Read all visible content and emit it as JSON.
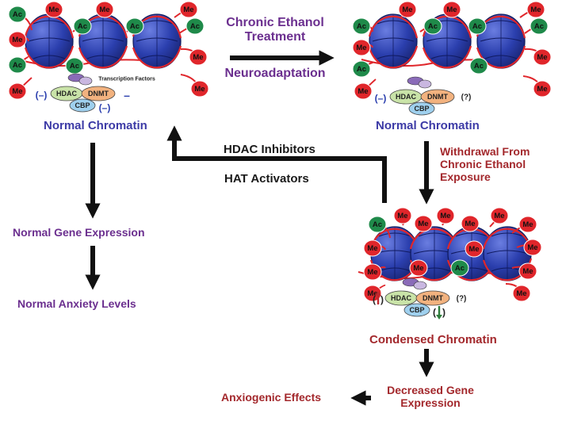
{
  "colors": {
    "nucleosome": "#2b3fae",
    "nucleosome_highlight": "#6a7de0",
    "dna_strand": "#e0262b",
    "ac_mark": "#1f8a4a",
    "me_mark": "#e0262b",
    "hdac": "#c9e3a8",
    "dnmt": "#f2b27f",
    "cbp": "#9fd0ee",
    "arrow": "#111111",
    "up_arrow": "#c0272d",
    "down_arrow": "#2e7d3b"
  },
  "marks": {
    "ac": "Ac",
    "me": "Me"
  },
  "complex": {
    "hdac": "HDAC",
    "dnmt": "DNMT",
    "cbp": "CBP",
    "transcription_factors": "Transcription Factors",
    "minus": "–",
    "question": "(?)"
  },
  "labels": {
    "treatment_line1": "Chronic Ethanol",
    "treatment_line2": "Treatment",
    "neuroadaptation": "Neuroadaptation",
    "normal_chromatin_left": "Normal Chromatin",
    "normal_chromatin_right": "Normal Chromatin",
    "hdac_inhibitors": "HDAC Inhibitors",
    "hat_activators": "HAT Activators",
    "withdrawal_line1": "Withdrawal From",
    "withdrawal_line2": "Chronic Ethanol",
    "withdrawal_line3": "Exposure",
    "normal_gene_expression": "Normal Gene Expression",
    "normal_anxiety": "Normal Anxiety Levels",
    "condensed_chromatin": "Condensed Chromatin",
    "decreased_line1": "Decreased Gene",
    "decreased_line2": "Expression",
    "anxiogenic": "Anxiogenic Effects"
  }
}
